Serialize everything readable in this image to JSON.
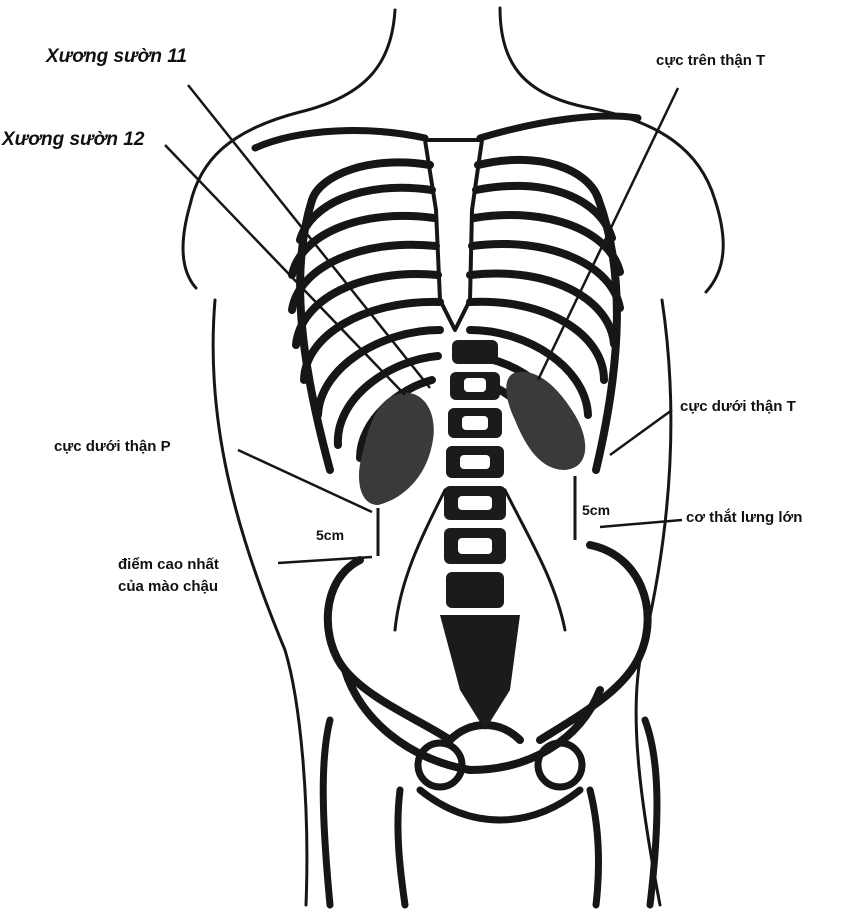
{
  "labels": {
    "rib11": "Xương sườn 11",
    "rib12": "Xương sườn 12",
    "upper_pole_left": "cực trên thận T",
    "lower_pole_left": "cực dưới thận T",
    "lower_pole_right": "cực dưới thận P",
    "psoas": "cơ thắt lưng lớn",
    "iliac_line1": "điểm cao nhất",
    "iliac_line2": "của mào chậu",
    "dist_right": "5cm",
    "dist_left": "5cm"
  },
  "colors": {
    "ink": "#161616",
    "background": "#ffffff"
  }
}
